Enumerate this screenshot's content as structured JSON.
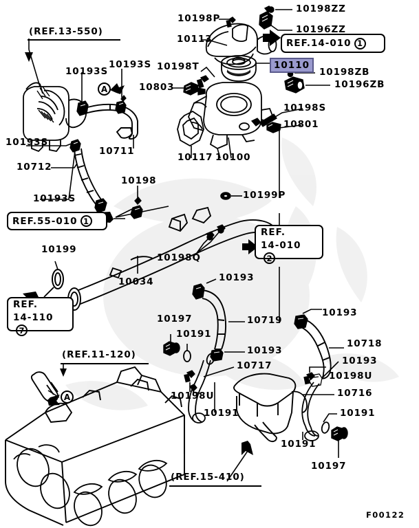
{
  "diagram": {
    "figure_code": "F00122",
    "highlight_color": "#9a9ace",
    "highlight_part": "10110",
    "title": "Engine Coolant Hose & Pipe Parts Diagram"
  },
  "ref_boxes": [
    {
      "name": "ref-55-010",
      "line1": "REF.55-010",
      "circle": "1",
      "lines": 1
    },
    {
      "name": "ref-14-110",
      "line1": "REF.",
      "line2": "14-110",
      "circle": "7",
      "lines": 2
    },
    {
      "name": "ref-14-010-1",
      "line1": "REF.14-010",
      "circle": "1",
      "lines": 1
    },
    {
      "name": "ref-14-010-2",
      "line1": "REF.",
      "line2": "14-010",
      "circle": "2",
      "lines": 2
    }
  ],
  "ref_labels": [
    {
      "name": "ref-13-550",
      "text": "(REF.13-550)"
    },
    {
      "name": "ref-11-120",
      "text": "(REF.11-120)"
    },
    {
      "name": "ref-15-410",
      "text": "(REF.15-410)"
    }
  ],
  "callout_markers": [
    {
      "name": "marker-a-upper",
      "text": "A"
    },
    {
      "name": "marker-a-lower",
      "text": "A"
    }
  ],
  "part_labels": [
    {
      "id": "p01",
      "text": "10198ZZ"
    },
    {
      "id": "p02",
      "text": "10196ZZ"
    },
    {
      "id": "p03",
      "text": "10198P"
    },
    {
      "id": "p04",
      "text": "10113"
    },
    {
      "id": "p05",
      "text": "10198T"
    },
    {
      "id": "p06",
      "text": "10803"
    },
    {
      "id": "p07",
      "text": "10198ZB"
    },
    {
      "id": "p08",
      "text": "10196ZB"
    },
    {
      "id": "p09",
      "text": "10198S"
    },
    {
      "id": "p10",
      "text": "10801"
    },
    {
      "id": "p11",
      "text": "10193S"
    },
    {
      "id": "p12",
      "text": "10193S"
    },
    {
      "id": "p13",
      "text": "10193S"
    },
    {
      "id": "p14",
      "text": "10193S"
    },
    {
      "id": "p15",
      "text": "10711"
    },
    {
      "id": "p16",
      "text": "10712"
    },
    {
      "id": "p17",
      "text": "10117"
    },
    {
      "id": "p18",
      "text": "10100"
    },
    {
      "id": "p19",
      "text": "10198"
    },
    {
      "id": "p20",
      "text": "10199P"
    },
    {
      "id": "p21",
      "text": "10199"
    },
    {
      "id": "p22",
      "text": "10034"
    },
    {
      "id": "p23",
      "text": "10198Q"
    },
    {
      "id": "p24",
      "text": "10193"
    },
    {
      "id": "p25",
      "text": "10193"
    },
    {
      "id": "p26",
      "text": "10193"
    },
    {
      "id": "p27",
      "text": "10193"
    },
    {
      "id": "p28",
      "text": "10197"
    },
    {
      "id": "p29",
      "text": "10191"
    },
    {
      "id": "p30",
      "text": "10719"
    },
    {
      "id": "p31",
      "text": "10717"
    },
    {
      "id": "p32",
      "text": "10198U"
    },
    {
      "id": "p33",
      "text": "10191"
    },
    {
      "id": "p34",
      "text": "10191"
    },
    {
      "id": "p35",
      "text": "10197"
    },
    {
      "id": "p36",
      "text": "10718"
    },
    {
      "id": "p37",
      "text": "10198U"
    },
    {
      "id": "p38",
      "text": "10716"
    },
    {
      "id": "p39",
      "text": "10191"
    }
  ]
}
